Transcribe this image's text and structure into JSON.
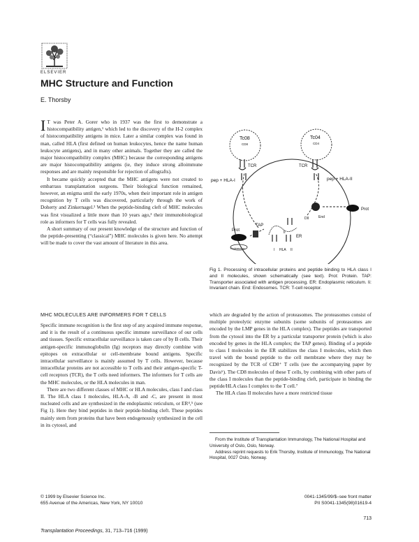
{
  "publisher": "ELSEVIER",
  "title": "MHC Structure and Function",
  "author": "E. Thorsby",
  "intro": {
    "dropcap": "I",
    "p1": "T was Peter A. Gorer who in 1937 was the first to demonstrate a histocompatibility antigen,¹ which led to the discovery of the H-2 complex of histocompatibility antigens in mice. Later a similar complex was found in man, called HLA (first defined on human leukocytes, hence the name human leukocyte antigens), and in many other animals. Together they are called the major histocompatibility complex (MHC) because the corresponding antigens are major histocompatibility antigens (ie, they induce strong alloimmune responses and are mainly responsible for rejection of allografts).",
    "p2": "It became quickly accepted that the MHC antigens were not created to embarrass transplantation surgeons. Their biological function remained, however, an enigma until the early 1970s, when their important role in antigen recognition by T cells was discovered, particularly through the work of Doherty and Zinkernagel.² When the peptide-binding cleft of MHC molecules was first visualized a little more than 10 years ago,³ their immunobiological role as informers for T cells was fully revealed.",
    "p3": "A short summary of our present knowledge of the structure and function of the peptide-presenting (“classical”) MHC molecules is given here. No attempt will be made to cover the vast amount of literature in this area."
  },
  "section_heading": "MHC MOLECULES ARE INFORMERS FOR T CELLS",
  "left_body": {
    "p1": "Specific immune recognition is the first step of any acquired immune response, and it is the result of a continuous specific immune surveillance of our cells and tissues. Specific extracellular surveillance is taken care of by B cells. Their antigen-specific immunoglobulin (Ig) receptors may directly combine with epitopes on extracellular or cell-membrane bound antigens. Specific intracellular surveillance is mainly assumed by T cells. However, because intracellular proteins are not accessible to T cells and their antigen-specific T-cell receptors (TCR), the T cells need informers. The informers for T cells are the MHC molecules, or the HLA molecules in man.",
    "p2": "There are two different classes of MHC or HLA molecules, class I and class II. The HLA class I molecules, HLA-A, -B and -C, are present in most nucleated cells and are synthesized in the endoplasmic reticulum, or ER⁴,⁵ (see Fig 1). Here they bind peptides in their peptide-binding cleft. These peptides mainly stem from proteins that have been endogenously synthesized in the cell in its cytosol, and"
  },
  "right_body": {
    "p1": "which are degraded by the action of proteasomes. The proteasomes consist of multiple proteolytic enzyme subunits (some subunits of proteasomes are encoded by the LMP genes in the HLA complex). The peptides are transported from the cytosol into the ER by a particular transporter protein (which is also encoded by genes in the HLA complex; the TAP genes). Binding of a peptide to class I molecules in the ER stabilizes the class I molecules, which then travel with the bound peptide to the cell membrane where they may be recognized by the TCR of CD8⁺ T cells (see the accompanying paper by Davis⁶). The CD8 molecules of these T cells, by combining with other parts of the class I molecules than the peptide-binding cleft, participate in binding the peptide/HLA class I complex to the T cell.⁷",
    "p2": "The HLA class II molecules have a more restricted tissue"
  },
  "figure": {
    "labels": {
      "tc8": "Tc08",
      "tc8_sub": "CD8",
      "tcr_left": "TCR",
      "pep_hla1": "pep + HLA-I",
      "tc4": "Tc04",
      "tc4_sub": "CD4",
      "tcr_right": "TCR",
      "pep_hla2": "pep + HLA-II",
      "prot_right": "Prot",
      "prot_left": "Prot",
      "proteasome": "Proteasome",
      "tap": "TAP",
      "dii": "DII",
      "end": "End",
      "er": "ER",
      "ii": "Ii",
      "hla": "HLA",
      "i_label": "I",
      "ii_label": "II"
    },
    "caption": "Fig 1.   Processing of intracellular proteins and peptide binding to HLA class I and II molecules, shown schematically (see text). Prot: Protein. TAP: Transporter associated with antigen processing. ER: Endoplasmic reticulum. Ii: Invariant chain. End: Endosomes. TCR: T-cell receptor."
  },
  "footnotes": {
    "p1": "From the Institute of Transplantation Immunology, The National Hospital and University of Oslo, Oslo, Norway.",
    "p2": "Address reprint requests to Erik Thorsby, Institute of Immunology, The National Hospital, 0027 Oslo, Norway."
  },
  "copyright": {
    "line1": "© 1999 by Elsevier Science Inc.",
    "line2": "655 Avenue of the Americas, New York, NY 10010"
  },
  "identifiers": {
    "line1": "0041-1345/99/$–see front matter",
    "line2": "PII S0041-1345(98)01619-4"
  },
  "page_number": "713",
  "journal": {
    "name": "Transplantation Proceedings,",
    "citation": " 31, 713–716 (1999)"
  }
}
